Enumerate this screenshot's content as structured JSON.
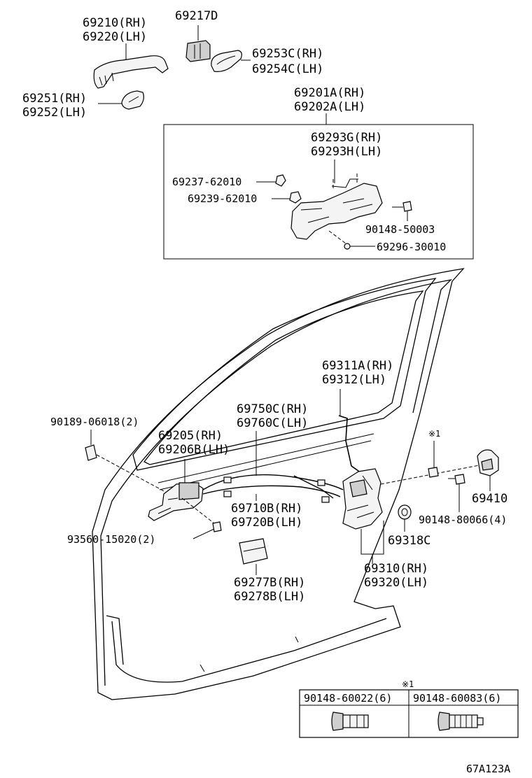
{
  "parts": {
    "p69210": "69210(RH)",
    "p69220": "69220(LH)",
    "p69217": "69217D",
    "p69253": "69253C(RH)",
    "p69254": "69254C(LH)",
    "p69251": "69251(RH)",
    "p69252": "69252(LH)",
    "p69201": "69201A(RH)",
    "p69202": "69202A(LH)",
    "p69293g": "69293G(RH)",
    "p69293h": "69293H(LH)",
    "p69237": "69237-62010",
    "p69239": "69239-62010",
    "p90148_50003": "90148-50003",
    "p69296": "69296-30010",
    "p69311": "69311A(RH)",
    "p69312": "69312(LH)",
    "p90189": "90189-06018(2)",
    "p69750": "69750C(RH)",
    "p69760": "69760C(LH)",
    "p69205": "69205(RH)",
    "p69206": "69206B(LH)",
    "p69410": "69410",
    "p90148_80066": "90148-80066(4)",
    "p69710": "69710B(RH)",
    "p69720": "69720B(LH)",
    "p69318": "69318C",
    "p93560": "93560-15020(2)",
    "p69310": "69310(RH)",
    "p69320": "69320(LH)",
    "p69277": "69277B(RH)",
    "p69278": "69278B(LH)"
  },
  "marks": {
    "note_mark_screw": "※1",
    "note_mark_table": "※1"
  },
  "table": {
    "col1": "90148-60022(6)",
    "col2": "90148-60083(6)"
  },
  "diagram_code": "67A123A"
}
